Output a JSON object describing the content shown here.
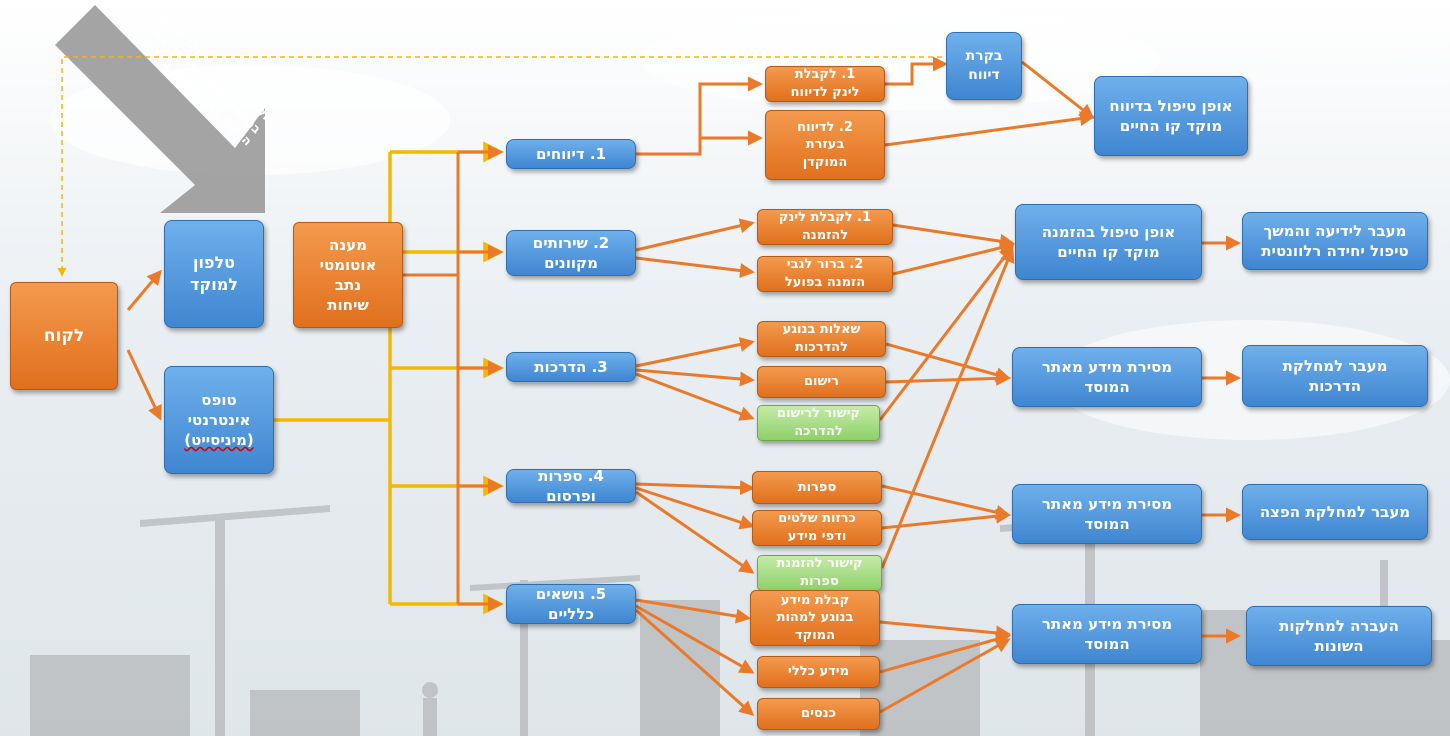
{
  "colors": {
    "blue": "#4a90d9",
    "orange": "#e8782b",
    "green": "#9bd47a",
    "arrow_orange": "#ea7a2a",
    "arrow_yellow": "#f5b800",
    "big_arrow_gray": "#9a9a9a"
  },
  "customer": {
    "label": "לקוח"
  },
  "channels": {
    "phone": "טלפון\nלמוקד",
    "web_form": "טופס\nאינטרנטי",
    "web_form_minisite": "(מיניסייט)"
  },
  "auto_reply": {
    "label": "מענה\nאוטומטי\nנתב\nשיחות"
  },
  "big_arrow": {
    "text": "חלונית תקפוץ למוקד שענה\nבנוגע לנושא הרלוונטי אותו\nהלקוח בחר במענה הטלפוני"
  },
  "categories": [
    {
      "label": "1. דיווחים"
    },
    {
      "label": "2. שירותים\nמקוונים"
    },
    {
      "label": "3. הדרכות"
    },
    {
      "label": "4. ספרות\nופרסום"
    },
    {
      "label": "5. נושאים\nכלליים"
    }
  ],
  "sub_options": {
    "reports_link": "1. לקבלת\nלינק לדיווח",
    "reports_agent": "2. לדיווח\nבעזרת\nהמוקדן",
    "services_link": "1. לקבלת לינק\nלהזמנה",
    "services_check": "2. ברור לגבי\nהזמנה בפועל",
    "training_questions": "שאלות בנוגע\nלהדרכות",
    "training_register": "רישום",
    "training_link": "קישור לרישום\nלהדרכה",
    "lit_books": "ספרות",
    "lit_signs": "כרזות שלטים\nודפי מידע",
    "lit_link": "קישור להזמנת\nספרות",
    "gen_info": "קבלת מידע\nבנוגע למהות\nהמוקד",
    "gen_general": "מידע כללי",
    "gen_conferences": "כנסים"
  },
  "report_control": {
    "label": "בקרת\nדיווח"
  },
  "handling": {
    "report": "אופן טיפול בדיווח\nמוקד קו החיים",
    "order": "אופן טיפול בהזמנה\nמוקד קו החיים",
    "info_training": "מסירת מידע מאתר\nהמוסד",
    "info_literature": "מסירת מידע מאתר\nהמוסד",
    "info_general": "מסירת מידע מאתר\nהמוסד"
  },
  "destinations": {
    "order": "מעבר לידיעה והמשך\nטיפול יחידה רלוונטית",
    "training": "מעבר למחלקת\nהדרכות",
    "distribution": "מעבר למחלקת הפצה",
    "departments": "העברה למחלקות\nהשונות"
  }
}
